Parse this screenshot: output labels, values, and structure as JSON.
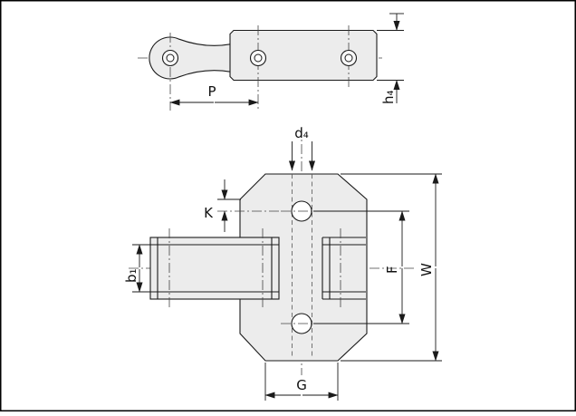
{
  "figure": {
    "background": "#ffffff",
    "border_color": "#000000",
    "plate_fill": "#ececec",
    "line_color": "#1a1a1a"
  },
  "labels": {
    "p": "P",
    "h4": "h₄",
    "d4": "d₄",
    "k": "K",
    "b1": "b₁",
    "f": "F",
    "w": "W",
    "g": "G"
  }
}
